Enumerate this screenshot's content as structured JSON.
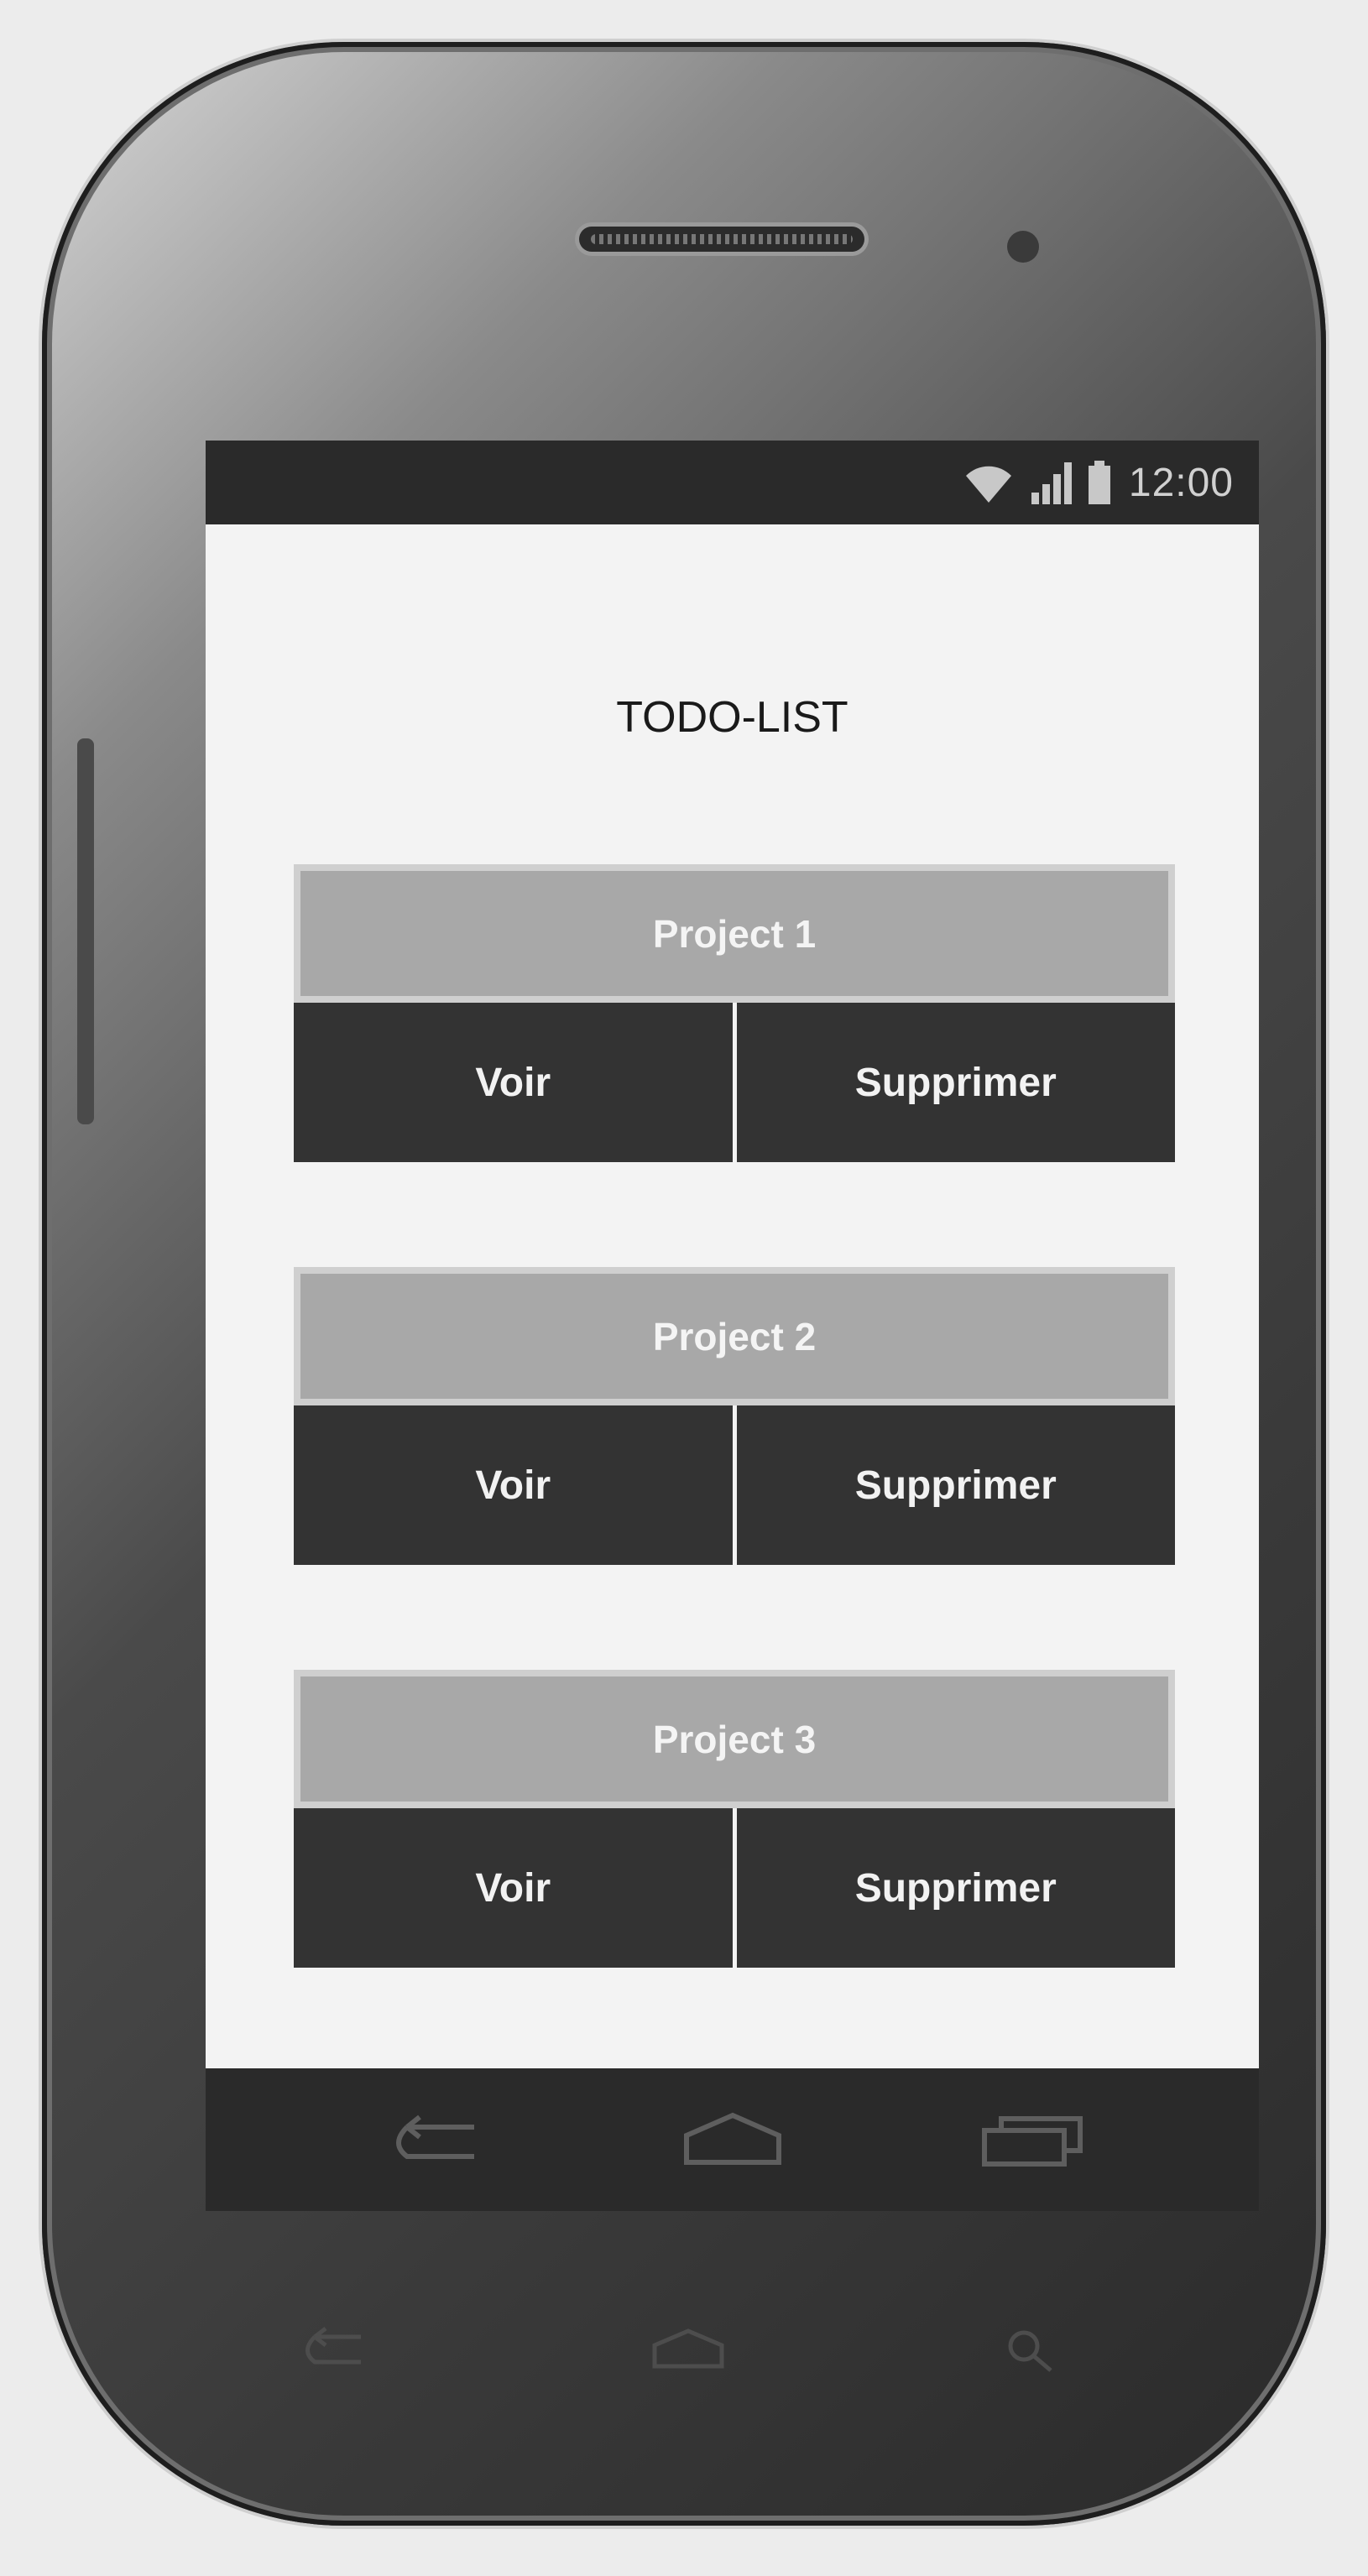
{
  "status_bar": {
    "time": "12:00",
    "icons": [
      "wifi-icon",
      "signal-icon",
      "battery-icon"
    ]
  },
  "app": {
    "title": "TODO-LIST"
  },
  "projects": [
    {
      "name": "Project 1",
      "view_label": "Voir",
      "delete_label": "Supprimer"
    },
    {
      "name": "Project 2",
      "view_label": "Voir",
      "delete_label": "Supprimer"
    },
    {
      "name": "Project 3",
      "view_label": "Voir",
      "delete_label": "Supprimer"
    }
  ],
  "nav_bar": {
    "icons": [
      "back-icon",
      "home-icon",
      "recent-apps-icon"
    ]
  },
  "colors": {
    "status_bar": "#2a2a2a",
    "screen_background": "#f3f3f3",
    "project_header": "#a8a8a8",
    "action_button": "#333333",
    "text_light": "#f2f2f2"
  }
}
